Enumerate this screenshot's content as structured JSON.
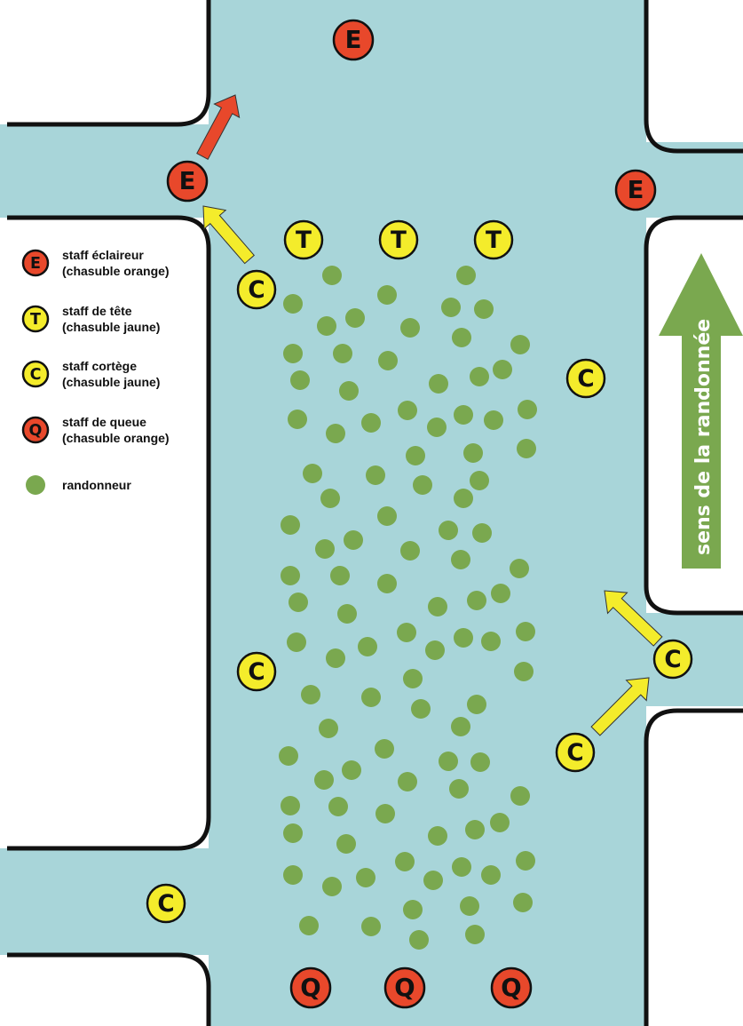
{
  "colors": {
    "road": "#a8d5d9",
    "edge": "#111111",
    "orange": "#e8482b",
    "yellow": "#f4ec2b",
    "hiker": "#7aa84f",
    "arrow_red": "#e8482b",
    "arrow_yellow": "#f4ec2b",
    "direction_arrow": "#7aa84f"
  },
  "roles": {
    "eclaireur": {
      "letter": "E",
      "color": "orange"
    },
    "tete": {
      "letter": "T",
      "color": "yellow"
    },
    "cortege": {
      "letter": "C",
      "color": "yellow"
    },
    "queue": {
      "letter": "Q",
      "color": "orange"
    }
  },
  "legend": [
    {
      "role": "eclaireur",
      "line1": "staff éclaireur",
      "line2": "(chasuble orange)"
    },
    {
      "role": "tete",
      "line1": "staff de tête",
      "line2": "(chasuble jaune)"
    },
    {
      "role": "cortege",
      "line1": "staff cortège",
      "line2": "(chasuble jaune)"
    },
    {
      "role": "queue",
      "line1": "staff de queue",
      "line2": "(chasuble orange)"
    },
    {
      "role": "hiker",
      "line1": "randonneur",
      "line2": ""
    }
  ],
  "direction_label": "sens de la randonnée"
}
